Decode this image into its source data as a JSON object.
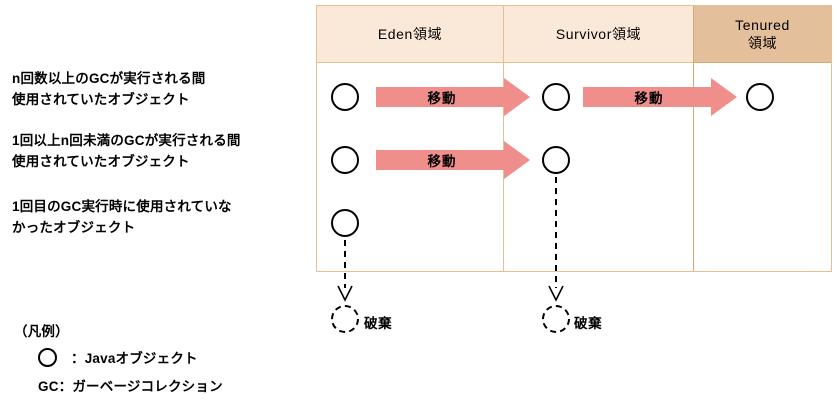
{
  "captions": {
    "old_objects": "n回数以上のGCが実行される間\n使用されていたオブジェクト",
    "mid_objects": "1回以上n回未満のGCが実行される間\n使用されていたオブジェクト",
    "new_objects": "1回目のGC実行時に使用されていな\nかったオブジェクト"
  },
  "table": {
    "columns": [
      {
        "key": "eden",
        "label": "Eden領域",
        "header_color": "#FAE8D9"
      },
      {
        "key": "survivor",
        "label": "Survivor領域",
        "header_color": "#FAE8D9"
      },
      {
        "key": "tenured",
        "label": "Tenured\n領域",
        "header_color": "#E4BF9C"
      }
    ],
    "border_color": "#E5BE92"
  },
  "flows": {
    "arrow_color": "#F08E8B",
    "move_label": "移動",
    "row1": {
      "arrows": [
        "移動",
        "移動"
      ],
      "objects": [
        "eden",
        "survivor",
        "tenured"
      ]
    },
    "row2": {
      "arrows": [
        "移動"
      ],
      "objects": [
        "eden",
        "survivor"
      ]
    },
    "row3": {
      "objects": [
        "eden"
      ]
    }
  },
  "discard": {
    "label": "破棄",
    "items": [
      {
        "from": "eden",
        "label": "破棄"
      },
      {
        "from": "survivor",
        "label": "破棄"
      }
    ]
  },
  "legend": {
    "title": "（凡例）",
    "object_label": "：Javaオブジェクト",
    "gc_label": "GC：ガーベージコレクション"
  }
}
